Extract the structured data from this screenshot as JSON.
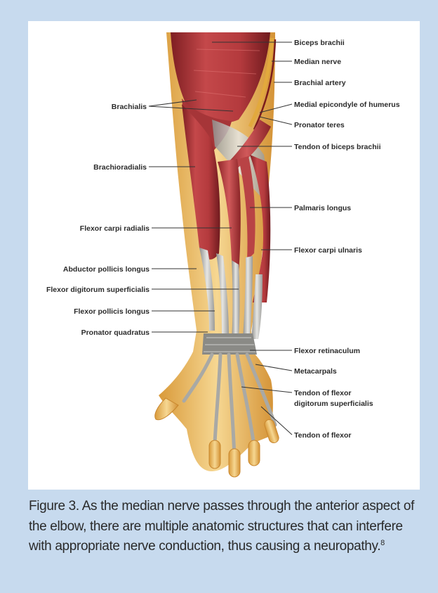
{
  "labels": {
    "biceps_brachii": "Biceps brachii",
    "median_nerve": "Median nerve",
    "brachial_artery": "Brachial artery",
    "brachialis": "Brachialis",
    "medial_epicondyle": "Medial epicondyle of humerus",
    "pronator_teres": "Pronator teres",
    "tendon_biceps": "Tendon of biceps brachii",
    "brachioradialis": "Brachioradialis",
    "palmaris_longus": "Palmaris longus",
    "flexor_carpi_radialis": "Flexor carpi radialis",
    "flexor_carpi_ulnaris": "Flexor carpi ulnaris",
    "abductor_pollicis_longus": "Abductor pollicis longus",
    "flexor_digitorum_superficialis": "Flexor digitorum superficialis",
    "flexor_pollicis_longus": "Flexor pollicis longus",
    "pronator_quadratus": "Pronator quadratus",
    "flexor_retinaculum": "Flexor retinaculum",
    "metacarpals": "Metacarpals",
    "tendon_fds_line1": "Tendon of flexor",
    "tendon_fds_line2": "digitorum superficialis",
    "tendon_flexor": "Tendon of flexor"
  },
  "caption": {
    "text": "Figure 3. As the median nerve passes through the anterior aspect of the elbow, there are multiple anatomic structures that can interfere with appropriate nerve conduction, thus causing a neuropathy.",
    "reference": "8"
  },
  "colors": {
    "background": "#c7daee",
    "panel": "#ffffff",
    "muscle": "#b03a3c",
    "tendon": "#c9c9c6",
    "bone": "#ecc06a",
    "nerve": "#e2a93d"
  }
}
